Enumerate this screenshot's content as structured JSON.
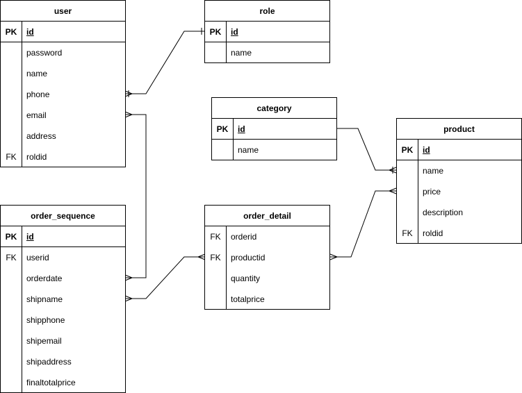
{
  "entities": {
    "user": {
      "title": "user",
      "rows": [
        {
          "key": "PK",
          "field": "id"
        },
        {
          "key": "",
          "field": "password"
        },
        {
          "key": "",
          "field": "name"
        },
        {
          "key": "",
          "field": "phone"
        },
        {
          "key": "",
          "field": "email"
        },
        {
          "key": "",
          "field": "address"
        },
        {
          "key": "FK",
          "field": "roldid"
        }
      ]
    },
    "role": {
      "title": "role",
      "rows": [
        {
          "key": "PK",
          "field": "id"
        },
        {
          "key": "",
          "field": "name"
        }
      ]
    },
    "category": {
      "title": "category",
      "rows": [
        {
          "key": "PK",
          "field": "id"
        },
        {
          "key": "",
          "field": "name"
        }
      ]
    },
    "product": {
      "title": "product",
      "rows": [
        {
          "key": "PK",
          "field": "id"
        },
        {
          "key": "",
          "field": "name"
        },
        {
          "key": "",
          "field": "price"
        },
        {
          "key": "",
          "field": "description"
        },
        {
          "key": "FK",
          "field": "roldid"
        }
      ]
    },
    "order_sequence": {
      "title": "order_sequence",
      "rows": [
        {
          "key": "PK",
          "field": "id"
        },
        {
          "key": "FK",
          "field": "userid"
        },
        {
          "key": "",
          "field": "orderdate"
        },
        {
          "key": "",
          "field": "shipname"
        },
        {
          "key": "",
          "field": "shipphone"
        },
        {
          "key": "",
          "field": "shipemail"
        },
        {
          "key": "",
          "field": "shipaddress"
        },
        {
          "key": "",
          "field": "finaltotalprice"
        }
      ]
    },
    "order_detail": {
      "title": "order_detail",
      "rows": [
        {
          "key": "FK",
          "field": "orderid"
        },
        {
          "key": "FK",
          "field": "productid"
        },
        {
          "key": "",
          "field": "quantity"
        },
        {
          "key": "",
          "field": "totalprice"
        }
      ]
    }
  }
}
